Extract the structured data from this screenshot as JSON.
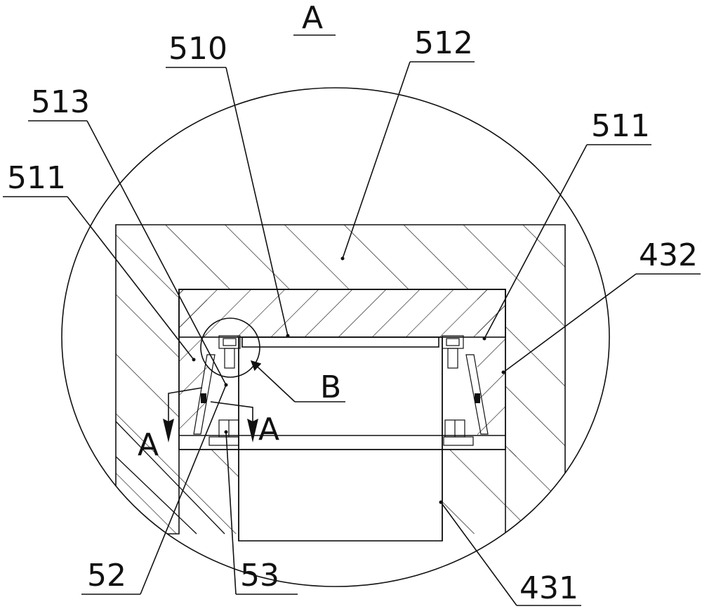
{
  "view_label": "A",
  "section_marker": "A",
  "detail_marker": "B",
  "labels": {
    "l510": "510",
    "l512": "512",
    "l513": "513",
    "l511_left": "511",
    "l511_right": "511",
    "l432": "432",
    "l52": "52",
    "l53": "53",
    "l431": "431"
  }
}
